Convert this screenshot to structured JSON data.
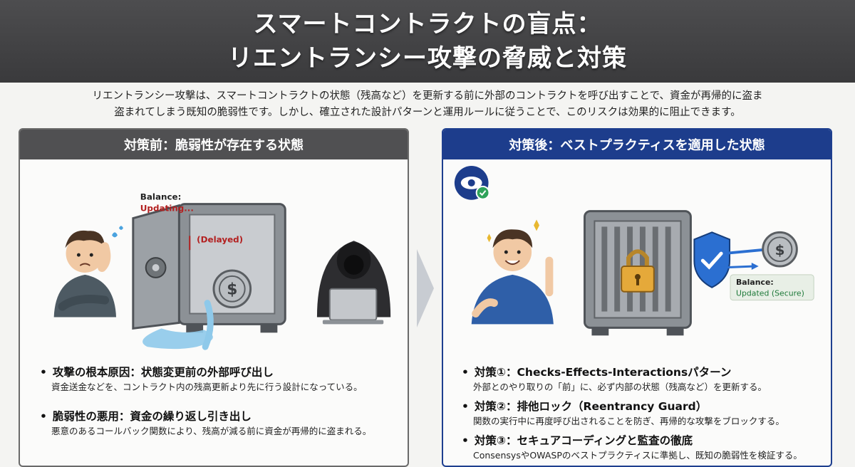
{
  "title": {
    "line1": "スマートコントラクトの盲点：",
    "line2": "リエントランシー攻撃の脅威と対策"
  },
  "intro": {
    "line1": "リエントランシー攻撃は、スマートコントラクトの状態（残高など）を更新する前に外部のコントラクトを呼び出すことで、資金が再帰的に盗ま",
    "line2": "盗まれてしまう既知の脆弱性です。しかし、確立された設計パターンと運用ルールに従うことで、このリスクは効果的に阻止できます。"
  },
  "before": {
    "header": "対策前：脆弱性が存在する状態",
    "balance_label": "Balance:",
    "balance_status": "Updating...",
    "delayed": "(Delayed)",
    "bullets": [
      {
        "title": "攻撃の根本原因：状態変更前の外部呼び出し",
        "desc": "資金送金などを、コントラクト内の残高更新より先に行う設計になっている。"
      },
      {
        "title": "脆弱性の悪用：資金の繰り返し引き出し",
        "desc": "悪意のあるコールバック関数により、残高が減る前に資金が再帰的に盗まれる。"
      }
    ]
  },
  "after": {
    "header": "対策後：ベストプラクティスを適用した状態",
    "balance_label": "Balance:",
    "balance_status": "Updated (Secure)",
    "bullets": [
      {
        "title": "対策①：Checks-Effects-Interactionsパターン",
        "desc": "外部とのやり取りの「前」に、必ず内部の状態（残高など）を更新する。"
      },
      {
        "title": "対策②：排他ロック（Reentrancy Guard）",
        "desc": "関数の実行中に再度呼び出されることを防ぎ、再帰的な攻撃をブロックする。"
      },
      {
        "title": "対策③：セキュアコーディングと監査の徹底",
        "desc": "ConsensysやOWASPのベストプラクティスに準拠し、既知の脆弱性を検証する。"
      }
    ]
  },
  "icons": {
    "coin": "dollar-coin-icon",
    "eye_check": "eye-check-icon",
    "shield": "shield-check-icon",
    "lock": "padlock-icon",
    "laptop": "laptop-icon"
  },
  "colors": {
    "header_bg": "#3f3f41",
    "left_accent": "#505052",
    "right_accent": "#1d3d8c",
    "warning_red": "#b32020",
    "secure_green": "#1f7a3a"
  }
}
